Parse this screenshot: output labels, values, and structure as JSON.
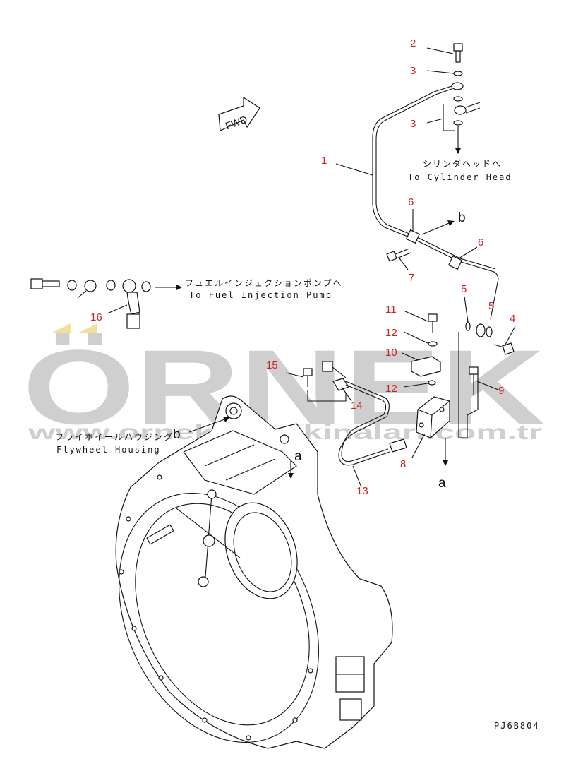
{
  "callouts": {
    "c1": "1",
    "c2": "2",
    "c3a": "3",
    "c3b": "3",
    "c4": "4",
    "c5a": "5",
    "c5b": "5",
    "c6a": "6",
    "c6b": "6",
    "c7": "7",
    "c8": "8",
    "c9": "9",
    "c10": "10",
    "c11": "11",
    "c12a": "12",
    "c12b": "12",
    "c13": "13",
    "c14": "14",
    "c15": "15",
    "c16": "16"
  },
  "labels": {
    "cylinder_head_jp": "シリンダヘッドへ",
    "cylinder_head_en": "To Cylinder Head",
    "fuel_pump_jp": "フュエルインジェクションポンプへ",
    "fuel_pump_en": "To Fuel Injection Pump",
    "flywheel_jp": "フライホイールハウジング",
    "flywheel_en": "Flywheel Housing",
    "fwd": "FWD",
    "ref_a_top": "a",
    "ref_a_bottom": "a",
    "ref_b_top": "b",
    "ref_b_bottom": "b",
    "drawing_code": "PJ6B804"
  },
  "watermark": {
    "brand": "ÖRNEK",
    "url": "www.orneklismakinalari.com.tr"
  },
  "colors": {
    "callout": "#cc2222",
    "watermark": "#cfcfcf",
    "watermark_accent": "#f0e0a0"
  }
}
